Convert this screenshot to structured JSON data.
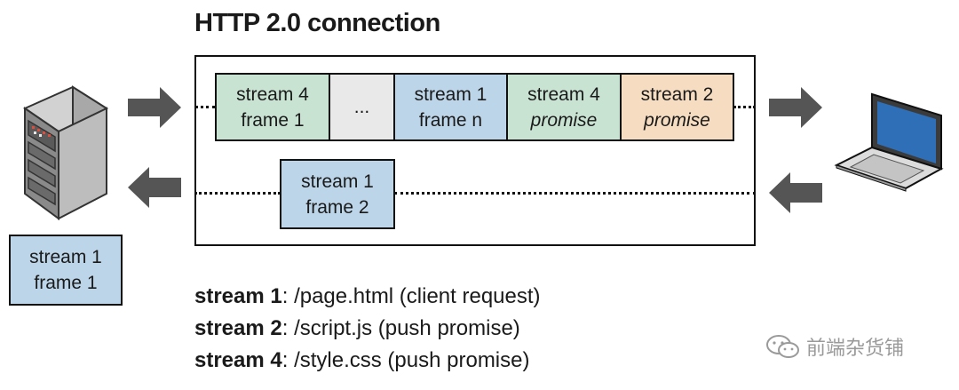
{
  "title": "HTTP 2.0 connection",
  "frames_top": [
    {
      "line1": "stream 4",
      "line2": "frame 1",
      "italic2": false
    },
    {
      "line1": "...",
      "line2": "",
      "italic2": false
    },
    {
      "line1": "stream 1",
      "line2": "frame n",
      "italic2": false
    },
    {
      "line1": "stream 4",
      "line2": "promise",
      "italic2": true
    },
    {
      "line1": "stream 2",
      "line2": "promise",
      "italic2": true
    }
  ],
  "frame_bottom": {
    "line1": "stream 1",
    "line2": "frame 2"
  },
  "server_frame": {
    "line1": "stream 1",
    "line2": "frame 1"
  },
  "legend": [
    {
      "stream": "stream 1",
      "desc": ": /page.html  (client request)"
    },
    {
      "stream": "stream 2",
      "desc": ": /script.js  (push promise)"
    },
    {
      "stream": "stream 4",
      "desc": ": /style.css  (push promise)"
    }
  ],
  "watermark": "前端杂货铺",
  "colors": {
    "green": "#c9e3d3",
    "blue": "#bcd5e8",
    "orange": "#f6dcc0",
    "gray": "#e9e9e9",
    "arrow": "#555555",
    "laptop_screen": "#2e6fb8"
  },
  "icons": [
    "server-icon",
    "laptop-icon",
    "wechat-icon"
  ]
}
